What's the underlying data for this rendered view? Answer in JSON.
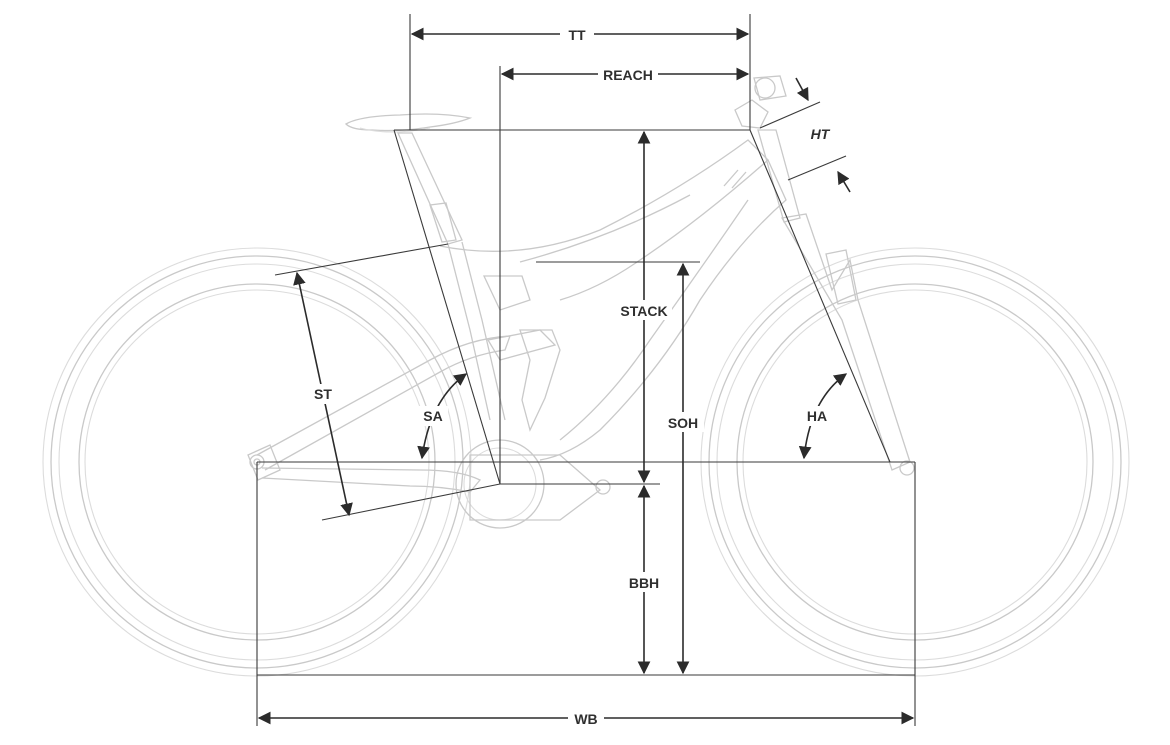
{
  "diagram": {
    "labels": {
      "tt": "TT",
      "reach": "REACH",
      "ht": "HT",
      "stack": "STACK",
      "soh": "SOH",
      "st": "ST",
      "sa": "SA",
      "ha": "HA",
      "bbh": "BBH",
      "wb": "WB"
    },
    "colors": {
      "dimension_line": "#2b2b2b",
      "bike_outline": "#c9c9c9",
      "background": "#ffffff"
    }
  }
}
